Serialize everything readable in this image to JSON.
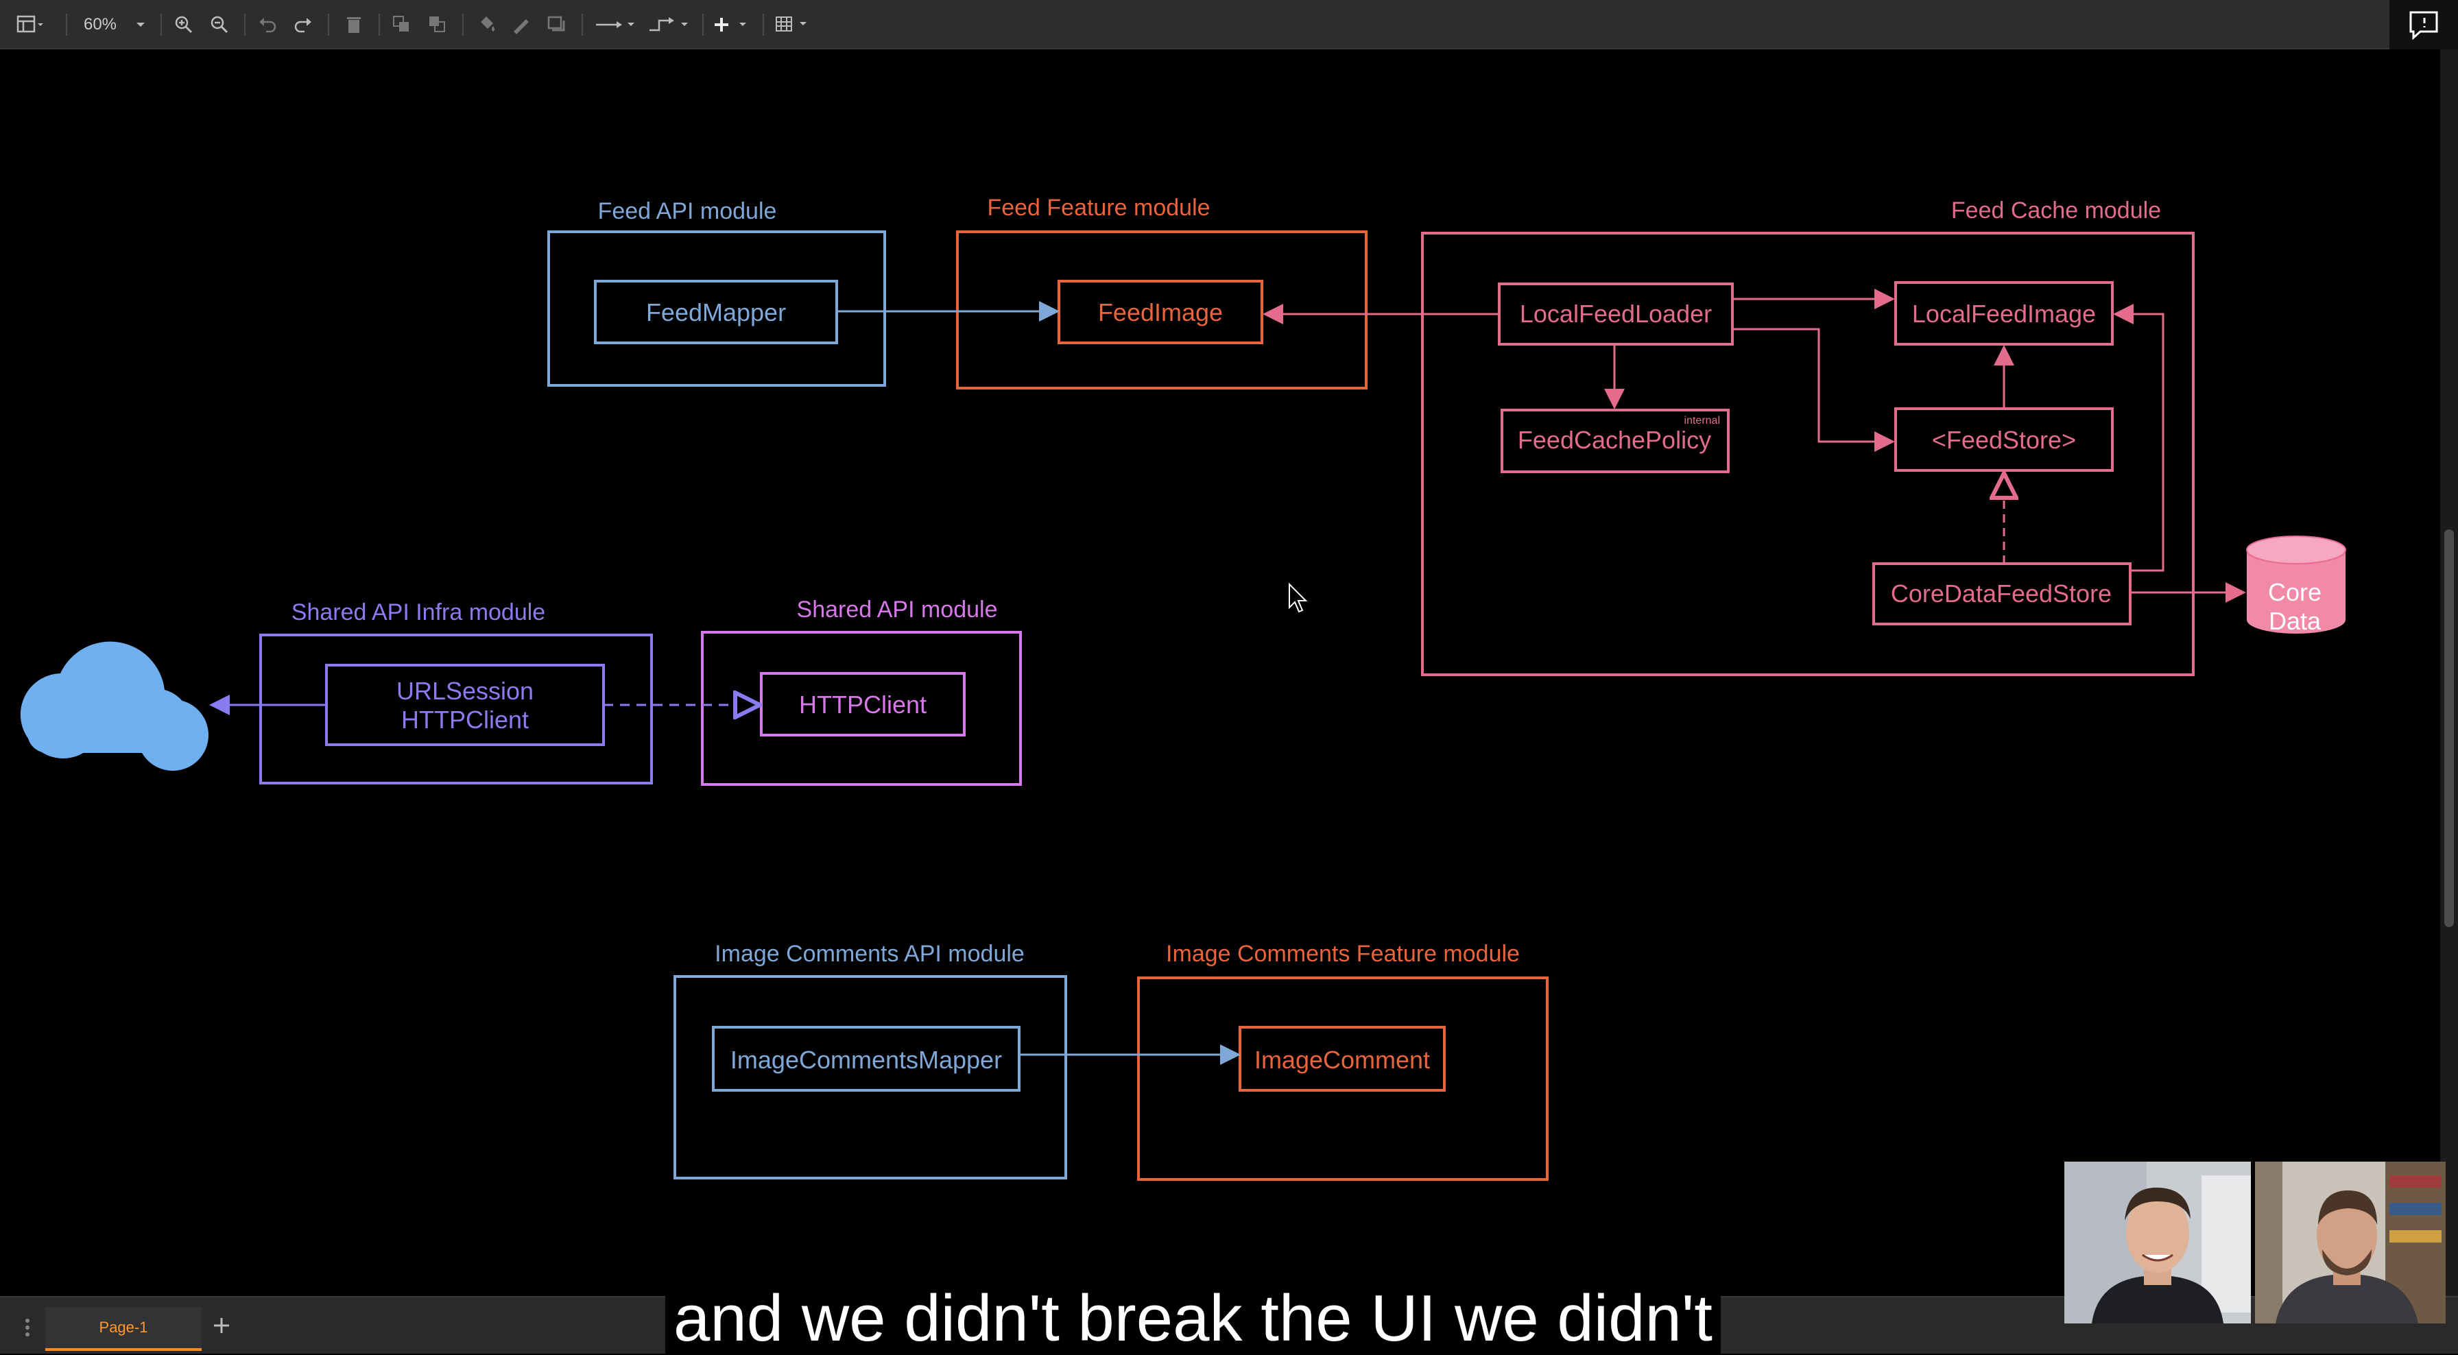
{
  "toolbar": {
    "zoom": "60%",
    "items": [
      "layout-icon",
      "zoom-in-icon",
      "zoom-out-icon",
      "undo-icon",
      "redo-icon",
      "delete-icon",
      "to-front-icon",
      "to-back-icon",
      "fill-color-icon",
      "line-color-icon",
      "shadow-icon",
      "connection-icon",
      "waypoints-icon",
      "insert-icon",
      "table-icon"
    ]
  },
  "modules": {
    "feed_api": {
      "title": "Feed API module",
      "node": "FeedMapper"
    },
    "feed_feature": {
      "title": "Feed Feature module",
      "node": "FeedImage"
    },
    "feed_cache": {
      "title": "Feed Cache module",
      "local_feed_loader": "LocalFeedLoader",
      "local_feed_image": "LocalFeedImage",
      "feed_cache_policy": "FeedCachePolicy",
      "internal_tag": "internal",
      "feed_store": "<FeedStore>",
      "core_data_feed_store": "CoreDataFeedStore"
    },
    "core_data": {
      "line1": "Core",
      "line2": "Data"
    },
    "shared_api_infra": {
      "title": "Shared API Infra module",
      "line1": "URLSession",
      "line2": "HTTPClient"
    },
    "shared_api": {
      "title": "Shared API module",
      "node": "HTTPClient"
    },
    "image_comments_api": {
      "title": "Image Comments API module",
      "node": "ImageCommentsMapper"
    },
    "image_comments_feature": {
      "title": "Image Comments Feature module",
      "node": "ImageComment"
    }
  },
  "colors": {
    "api_blue": "#7fa8d8",
    "feature_orange": "#e8643c",
    "cache_pink": "#e36c8c",
    "infra_purple": "#8a7cf0",
    "shared_magenta": "#d678e8",
    "cloud_blue": "#70b0f0"
  },
  "bottom": {
    "page_tab": "Page-1"
  },
  "subtitle": "and we didn't break the UI we didn't"
}
